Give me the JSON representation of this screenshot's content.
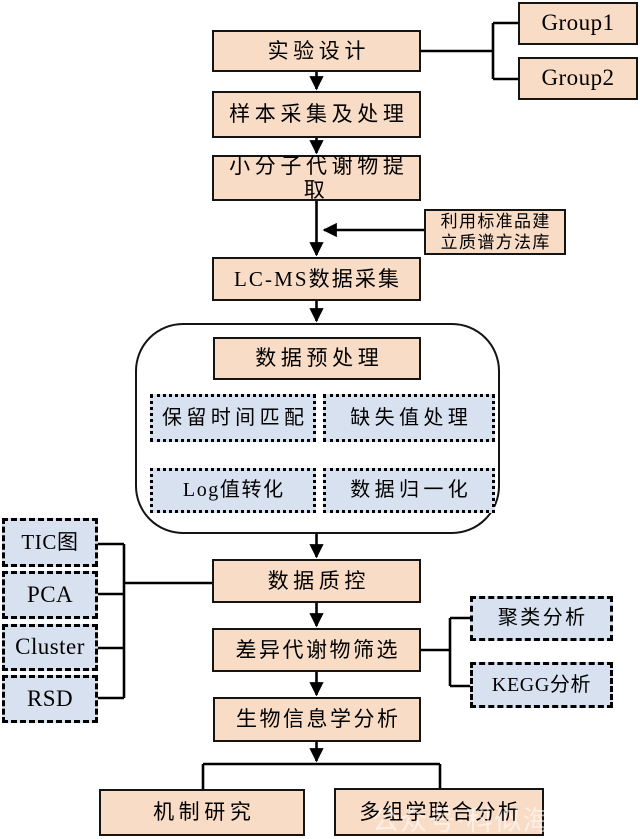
{
  "flow": {
    "experiment_design": "实验设计",
    "groups": {
      "group1": "Group1",
      "group2": "Group2"
    },
    "sample_collection": "样本采集及处理",
    "metabolite_extraction": "小分子代谢物提取",
    "standards_note": {
      "line1": "利用标准品建",
      "line2": "立质谱方法库"
    },
    "lcms_acquisition": "LC-MS数据采集",
    "preprocessing": {
      "title": "数据预处理",
      "steps": {
        "rt_matching": "保留时间匹配",
        "missing_values": "缺失值处理",
        "log_transform": "Log值转化",
        "normalization": "数据归一化"
      }
    },
    "data_qc": {
      "title": "数据质控",
      "checks": {
        "tic": "TIC图",
        "pca": "PCA",
        "cluster": "Cluster",
        "rsd": "RSD"
      }
    },
    "diff_screening": {
      "title": "差异代谢物筛选",
      "analyses": {
        "cluster_analysis": "聚类分析",
        "kegg_analysis": "KEGG分析"
      }
    },
    "bioinformatics": "生物信息学分析",
    "outcomes": {
      "mechanism": "机制研究",
      "multiomics": "多组学联合分析"
    }
  },
  "watermark": "公众号·科似海生物",
  "colors": {
    "node_fill": "#F9DCC6",
    "sub_node_fill": "#D8E1F0",
    "line": "#000000",
    "canvas_bg": "#FFFFFF"
  }
}
